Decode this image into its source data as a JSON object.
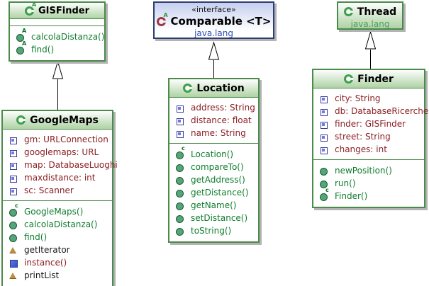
{
  "colors": {
    "class_border_green": "#4a8a4a",
    "interface_border_blue": "#2e3d72",
    "header_gradient_green_bottom": "#aed3a4",
    "header_gradient_blue_top": "#c5cfef",
    "field_text": "#8b1f24",
    "method_text": "#0e7d2c",
    "package_text_blue": "#2b50b4",
    "package_text_green": "#4f9e5f"
  },
  "icons": {
    "abstract_sup": "A",
    "constructor_sup": "c"
  },
  "classes": [
    {
      "name": "GISFinder",
      "kind": "abstract-class",
      "fields": [],
      "methods": [
        {
          "label": "calcolaDistanza()",
          "icon": "abstract-method"
        },
        {
          "label": "find()",
          "icon": "abstract-method"
        }
      ]
    },
    {
      "stereotype": "«interface»",
      "name": "Comparable  <T>",
      "package": "java.lang",
      "kind": "interface",
      "fields": [],
      "methods": []
    },
    {
      "name": "Thread",
      "package": "java.lang",
      "kind": "class",
      "fields": [],
      "methods": []
    },
    {
      "name": "Location",
      "kind": "class",
      "fields": [
        {
          "label": "address: String",
          "icon": "field"
        },
        {
          "label": "distance: float",
          "icon": "field"
        },
        {
          "label": "name: String",
          "icon": "field"
        }
      ],
      "methods": [
        {
          "label": "Location()",
          "icon": "constructor"
        },
        {
          "label": "compareTo()",
          "icon": "method"
        },
        {
          "label": "getAddress()",
          "icon": "method"
        },
        {
          "label": "getDistance()",
          "icon": "method"
        },
        {
          "label": "getName()",
          "icon": "method"
        },
        {
          "label": "setDistance()",
          "icon": "method"
        },
        {
          "label": "toString()",
          "icon": "method"
        }
      ]
    },
    {
      "name": "GoogleMaps",
      "kind": "class",
      "fields": [
        {
          "label": "gm: URLConnection",
          "icon": "field"
        },
        {
          "label": "googlemaps: URL",
          "icon": "field"
        },
        {
          "label": "map: DatabaseLuoghi",
          "icon": "field"
        },
        {
          "label": "maxdistance: int",
          "icon": "field"
        },
        {
          "label": "sc: Scanner",
          "icon": "field"
        }
      ],
      "methods": [
        {
          "label": "GoogleMaps()",
          "icon": "constructor"
        },
        {
          "label": "calcolaDistanza()",
          "icon": "method"
        },
        {
          "label": "find()",
          "icon": "method"
        },
        {
          "label": "getIterator",
          "icon": "triangle"
        },
        {
          "label": "instance()",
          "icon": "static-square"
        },
        {
          "label": "printList",
          "icon": "triangle"
        }
      ]
    },
    {
      "name": "Finder",
      "kind": "class",
      "fields": [
        {
          "label": "city: String",
          "icon": "field"
        },
        {
          "label": "db: DatabaseRicerche",
          "icon": "field"
        },
        {
          "label": "finder: GISFinder",
          "icon": "field"
        },
        {
          "label": "street: String",
          "icon": "field"
        },
        {
          "label": "changes: int",
          "icon": "field"
        }
      ],
      "methods": [
        {
          "label": "newPosition()",
          "icon": "method"
        },
        {
          "label": "run()",
          "icon": "method"
        },
        {
          "label": "Finder()",
          "icon": "constructor"
        }
      ]
    }
  ],
  "relations": [
    {
      "from": "GoogleMaps",
      "to": "GISFinder",
      "type": "generalization"
    },
    {
      "from": "Location",
      "to": "Comparable <T>",
      "type": "generalization"
    },
    {
      "from": "Finder",
      "to": "Thread",
      "type": "generalization"
    }
  ]
}
